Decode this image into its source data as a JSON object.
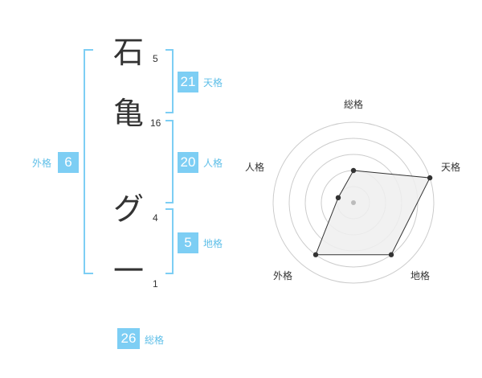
{
  "name_chars": [
    {
      "char": "石",
      "strokes": "5"
    },
    {
      "char": "亀",
      "strokes": "16"
    },
    {
      "char": "グ",
      "strokes": "4"
    },
    {
      "char": "一",
      "strokes": "1"
    }
  ],
  "kakusu": {
    "tenkaku": {
      "value": "21",
      "label": "天格"
    },
    "jinkaku": {
      "value": "20",
      "label": "人格"
    },
    "chikaku": {
      "value": "5",
      "label": "地格"
    },
    "gaikaku": {
      "value": "6",
      "label": "外格"
    },
    "soukaku": {
      "value": "26",
      "label": "総格"
    }
  },
  "radar": {
    "axes": [
      "総格",
      "天格",
      "地格",
      "外格",
      "人格"
    ],
    "values": [
      2,
      5,
      4,
      4,
      1
    ],
    "max": 5,
    "rings": 5,
    "colors": {
      "fill": "#eeeeee",
      "line": "#333333",
      "grid": "#cccccc",
      "center": "#bbbbbb"
    }
  }
}
